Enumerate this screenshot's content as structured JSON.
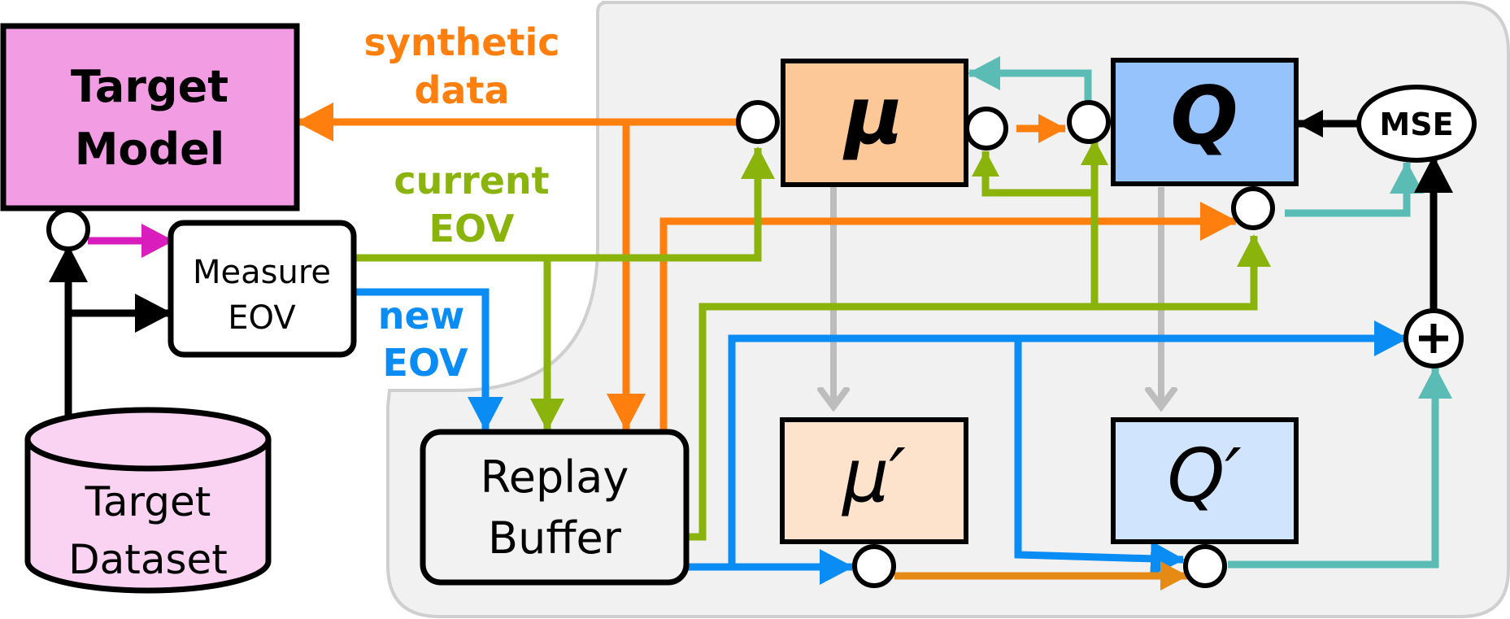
{
  "nodes": {
    "target_model": {
      "line1": "Target",
      "line2": "Model",
      "fill": "#f29de3"
    },
    "measure_eov": {
      "line1": "Measure",
      "line2": "EOV",
      "fill": "#ffffff"
    },
    "target_dataset": {
      "line1": "Target",
      "line2": "Dataset",
      "fill": "#fad3f3"
    },
    "replay_buffer": {
      "line1": "Replay",
      "line2": "Buffer",
      "fill": "#f2f2f2"
    },
    "actor": {
      "label": "μ",
      "fill": "#fdc897"
    },
    "critic": {
      "label": "Q",
      "fill": "#97c3fd"
    },
    "target_actor": {
      "label": "μ′",
      "fill": "#fde3cb"
    },
    "target_critic": {
      "label": "Q′",
      "fill": "#d0e4fd"
    },
    "mse": {
      "label": "MSE"
    },
    "sum": {
      "label": "+"
    }
  },
  "edge_labels": {
    "synthetic": {
      "line1": "synthetic",
      "line2": "data"
    },
    "current": {
      "line1": "current",
      "line2": "EOV"
    },
    "new": {
      "line1": "new",
      "line2": "EOV"
    }
  },
  "colors": {
    "synthetic": "#ff7f0e",
    "current": "#8ab40c",
    "new": "#0a8cf5",
    "teal": "#5bbcb6",
    "gray": "#bdbdbd",
    "magenta": "#d91cbc",
    "black": "#000000",
    "panel": "#f1f1f1",
    "panel_border": "#cfcfcf",
    "target_path": "#e58a14"
  }
}
